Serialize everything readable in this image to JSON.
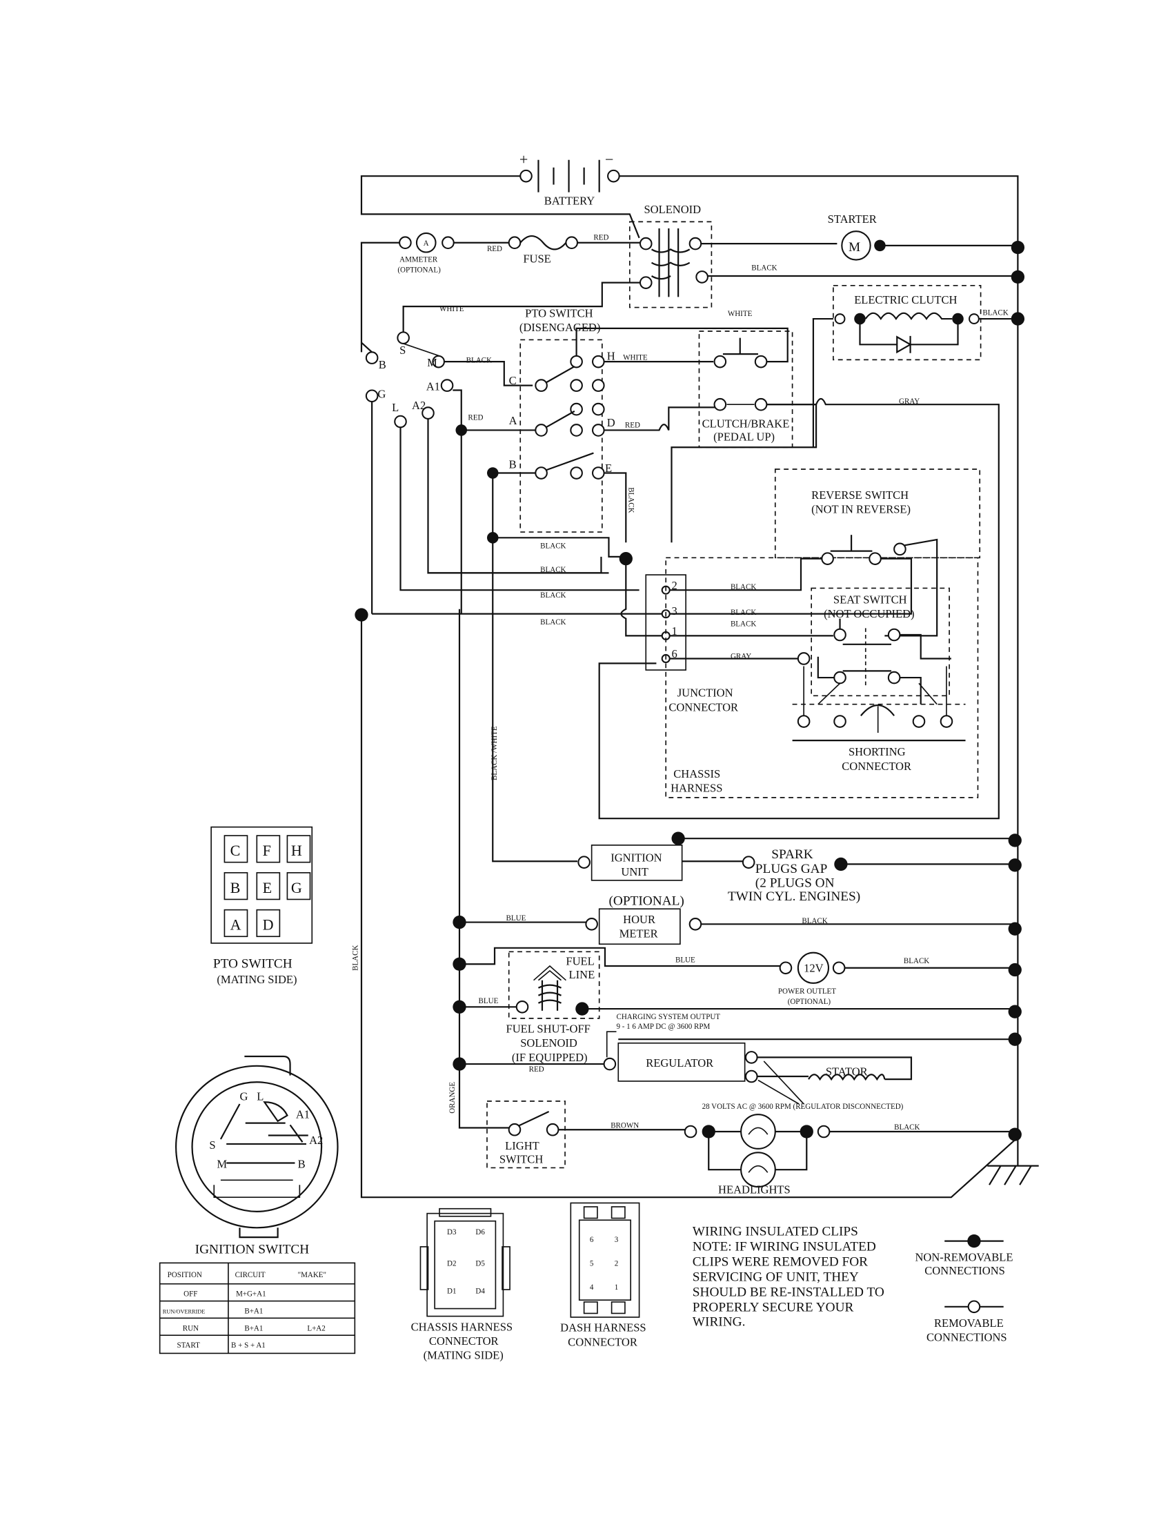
{
  "components": {
    "battery": "BATTERY",
    "battery_plus": "+",
    "battery_minus": "−",
    "solenoid": "SOLENOID",
    "starter": "STARTER",
    "starter_symbol": "M",
    "ammeter": "AMMETER",
    "ammeter_optional": "(OPTIONAL)",
    "ammeter_symbol": "A",
    "fuse": "FUSE",
    "pto_switch": "PTO SWITCH",
    "pto_switch_state": "(DISENGAGED)",
    "electric_clutch": "ELECTRIC CLUTCH",
    "clutch_brake": "CLUTCH/BRAKE",
    "clutch_brake_state": "(PEDAL UP)",
    "reverse_switch": "REVERSE SWITCH",
    "reverse_switch_state": "(NOT IN REVERSE)",
    "seat_switch": "SEAT SWITCH",
    "seat_switch_state": "(NOT OCCUPIED)",
    "junction_connector_1": "JUNCTION",
    "junction_connector_2": "CONNECTOR",
    "chassis_harness_1": "CHASSIS",
    "chassis_harness_2": "HARNESS",
    "shorting_connector_1": "SHORTING",
    "shorting_connector_2": "CONNECTOR",
    "ignition_unit_1": "IGNITION",
    "ignition_unit_2": "UNIT",
    "spark_plugs_1": "SPARK",
    "spark_plugs_2": "PLUGS GAP",
    "spark_plugs_3": "(2 PLUGS ON",
    "spark_plugs_4": "TWIN CYL. ENGINES)",
    "hour_meter_optional": "(OPTIONAL)",
    "hour_meter_1": "HOUR",
    "hour_meter_2": "METER",
    "fuel_line_1": "FUEL",
    "fuel_line_2": "LINE",
    "power_outlet_symbol": "12V",
    "power_outlet": "POWER OUTLET",
    "power_outlet_optional": "(OPTIONAL)",
    "fuel_shutoff_1": "FUEL SHUT-OFF",
    "fuel_shutoff_2": "SOLENOID",
    "fuel_shutoff_3": "(IF EQUIPPED)",
    "charging_1": "CHARGING SYSTEM OUTPUT",
    "charging_2": "9 - 1 6 AMP DC @ 3600 RPM",
    "regulator": "REGULATOR",
    "stator": "STATOR",
    "stator_note": "28 VOLTS AC @ 3600 RPM (REGULATOR DISCONNECTED)",
    "light_switch_1": "LIGHT",
    "light_switch_2": "SWITCH",
    "headlights": "HEADLIGHTS"
  },
  "wire_colors": {
    "red": "RED",
    "black": "BLACK",
    "white": "WHITE",
    "gray": "GRAY",
    "blue": "BLUE",
    "brown": "BROWN",
    "orange": "ORANGE",
    "black_white": "BLACK /WHITE"
  },
  "terminals": {
    "pto": [
      "C",
      "H",
      "A",
      "D",
      "B",
      "E"
    ],
    "ignition": [
      "S",
      "M",
      "B",
      "A1",
      "G",
      "L",
      "A2"
    ],
    "junction": [
      "2",
      "3",
      "1",
      "6"
    ]
  },
  "pto_mating": {
    "grid": [
      "C",
      "F",
      "H",
      "B",
      "E",
      "G",
      "A",
      "D"
    ],
    "title": "PTO SWITCH",
    "subtitle": "(MATING SIDE)"
  },
  "ignition_switch": {
    "title": "IGNITION SWITCH",
    "face_labels": [
      "G",
      "L",
      "A1",
      "S",
      "A2",
      "M",
      "B"
    ],
    "table": {
      "headers": [
        "POSITION",
        "CIRCUIT",
        "\"MAKE\""
      ],
      "rows": [
        {
          "position": "OFF",
          "circuit": "M+G+A1",
          "extra": ""
        },
        {
          "position": "RUN/OVERRIDE",
          "circuit": "B+A1",
          "extra": ""
        },
        {
          "position": "RUN",
          "circuit": "B+A1",
          "extra": "L+A2"
        },
        {
          "position": "START",
          "circuit": "B + S + A1",
          "extra": ""
        }
      ]
    }
  },
  "chassis_connector": {
    "pins": [
      "D3",
      "D6",
      "D2",
      "D5",
      "D1",
      "D4"
    ],
    "title_1": "CHASSIS HARNESS",
    "title_2": "CONNECTOR",
    "title_3": "(MATING SIDE)"
  },
  "dash_connector": {
    "pins": [
      "6",
      "3",
      "5",
      "2",
      "4",
      "1"
    ],
    "title_1": "DASH HARNESS",
    "title_2": "CONNECTOR"
  },
  "note": {
    "lines": [
      "WIRING INSULATED CLIPS",
      "NOTE: IF WIRING INSULATED",
      "CLIPS WERE REMOVED FOR",
      "SERVICING OF UNIT, THEY",
      "SHOULD BE RE-INSTALLED TO",
      "PROPERLY SECURE YOUR",
      "WIRING."
    ]
  },
  "legend": {
    "non_removable_1": "NON-REMOVABLE",
    "non_removable_2": "CONNECTIONS",
    "removable_1": "REMOVABLE",
    "removable_2": "CONNECTIONS"
  }
}
